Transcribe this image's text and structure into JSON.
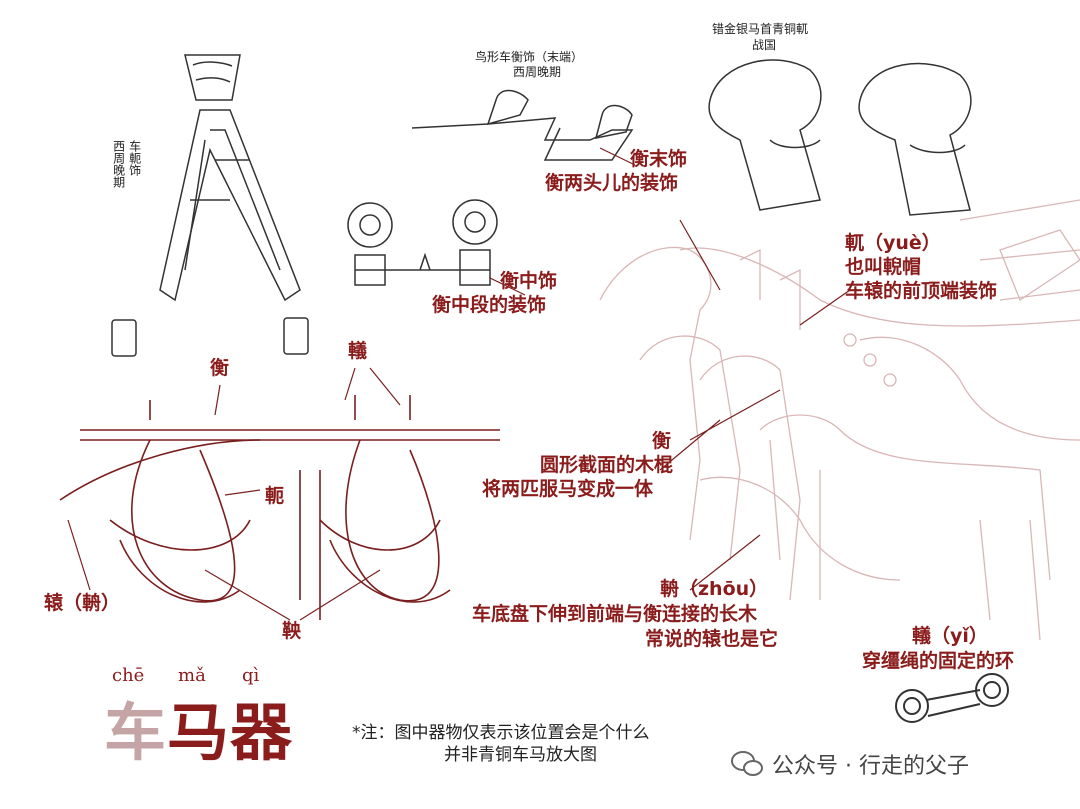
{
  "colors": {
    "accent": "#8a1c1c",
    "line": "#7a1f1f",
    "sketch": "#444444",
    "faint": "#d9b7b7"
  },
  "labels": {
    "xizhou_e": "西周晚期",
    "che_e": "车軛饰",
    "niao_title": "鸟形车衡饰（末端）",
    "niao_period": "西周晚期",
    "cuojin_title": "错金银马首青铜軏",
    "cuojin_period": "战国",
    "hengmo_name": "衡末饰",
    "hengmo_desc": "衡两头儿的装饰",
    "hengzhong_name": "衡中饰",
    "hengzhong_desc": "衡中段的装饰",
    "yue_name": "軏（yuè）",
    "yue_alias": "也叫輗帽",
    "yue_desc": "车辕的前顶端装饰",
    "heng_top": "衡",
    "yi_top": "轙",
    "e_mid": "軛",
    "yuan_left": "辕（輈）",
    "yang_bottom": "鞅",
    "heng_name": "衡",
    "heng_desc1": "圆形截面的木棍",
    "heng_desc2": "将两匹服马变成一体",
    "zhou_name": "輈（zhōu）",
    "zhou_desc1": "车底盘下伸到前端与衡连接的长木",
    "zhou_desc2": "常说的辕也是它",
    "yi_name": "轙（yǐ）",
    "yi_desc": "穿缰绳的固定的环"
  },
  "title": {
    "c1": "车",
    "c2": "马器",
    "pinyin": [
      "chē",
      "mǎ",
      "qì"
    ]
  },
  "note": {
    "line1": "*注：图中器物仅表示该位置会是个什么",
    "line2": "并非青铜车马放大图"
  },
  "watermark": {
    "text": "公众号 · 行走的父子",
    "icon": "wechat-icon"
  }
}
